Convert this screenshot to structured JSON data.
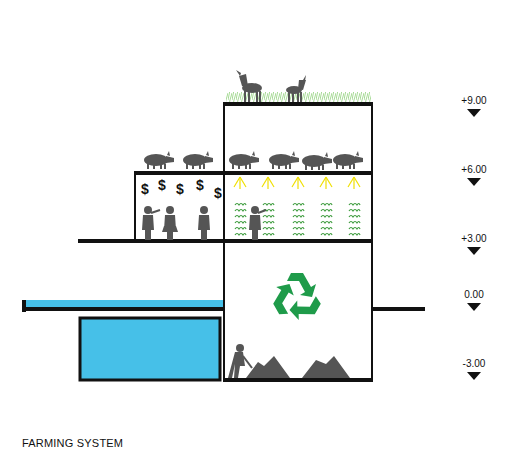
{
  "diagram": {
    "title": "FARMING SYSTEM",
    "labels": [
      "+9.00",
      "+6.00",
      "+3.00",
      "0.00",
      "-3.00",
      "$",
      "$",
      "$",
      "$",
      "$"
    ]
  }
}
